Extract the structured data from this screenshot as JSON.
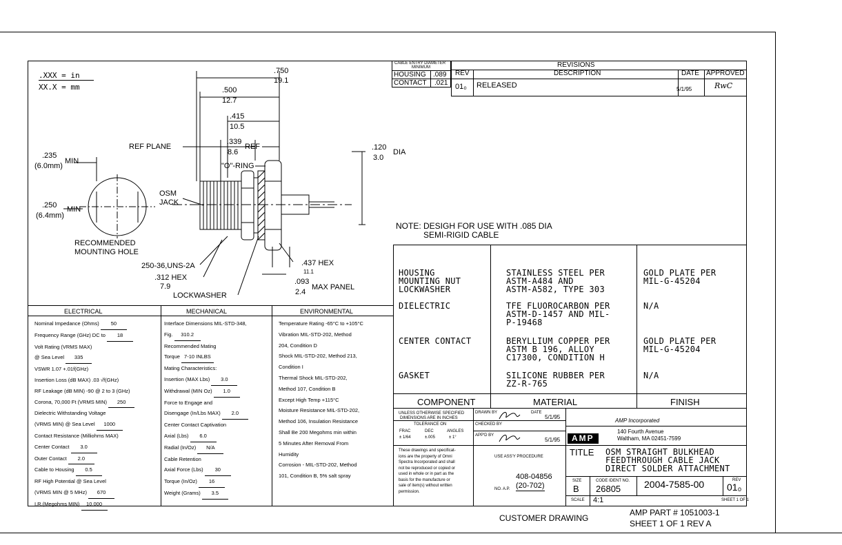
{
  "units": {
    "in_label": ".XXX  =  in",
    "mm_label": "XX.X  =  mm"
  },
  "cable_entry": {
    "header": "CABLE ENTRY DIAMETER",
    "sub": "MINIMUM",
    "rows": [
      {
        "name": "HOUSING",
        "val": ".089"
      },
      {
        "name": "CONTACT",
        "val": ".021"
      }
    ]
  },
  "revisions": {
    "title": "REVISIONS",
    "cols": {
      "rev": "REV",
      "desc": "DESCRIPTION",
      "date": "DATE",
      "approved": "APPROVED"
    },
    "rows": [
      {
        "rev": "01₀",
        "desc": "RELEASED",
        "date": "5/1/95",
        "approved": "RwC"
      }
    ]
  },
  "dims": {
    "d750": ".750",
    "d191": "19.1",
    "d500": ".500",
    "d127": "12.7",
    "d415": ".415",
    "d105": "10.5",
    "d339": ".339",
    "d86": "8.6",
    "ref": "REF",
    "ref_plane": "REF PLANE",
    "oring": "\"O\"-RING",
    "d120": ".120",
    "d30": "3.0",
    "dia": "DIA",
    "d235": ".235",
    "d60": "(6.0mm)",
    "min1": "MIN",
    "d250": ".250",
    "d64": "(6.4mm)",
    "min2": "MIN",
    "osm": "OSM",
    "jack": "JACK",
    "rec1": "RECOMMENDED",
    "rec2": "MOUNTING HOLE",
    "thread": "250-36,UNS-2A",
    "d312": ".312 HEX",
    "d79": "7.9",
    "lockwasher": "LOCKWASHER",
    "d437": ".437 HEX",
    "d111": "11.1",
    "d093": ".093",
    "d24": "2.4",
    "max_panel": "MAX PANEL"
  },
  "note": {
    "line1": "NOTE: DESIGH FOR USE WITH .085 DIA",
    "line2": "SEMI-RIGID CABLE"
  },
  "materials": {
    "rows": [
      {
        "component": "HOUSING\nMOUNTING NUT\nLOCKWASHER",
        "material": "STAINLESS STEEL PER\nASTM-A484 AND\nASTM-A582, TYPE 303",
        "finish": "GOLD PLATE PER\nMIL-G-45204"
      },
      {
        "component": "DIELECTRIC",
        "material": "TFE FLUOROCARBON PER\nASTM-D-1457 AND MIL-\nP-19468",
        "finish": "N/A"
      },
      {
        "component": "CENTER CONTACT",
        "material": "BERYLLIUM COPPER PER\nASTM B 196, ALLOY\nC17300, CONDITION H",
        "finish": "GOLD PLATE PER\nMIL-G-45204"
      },
      {
        "component": "GASKET",
        "material": "SILICONE RUBBER PER\nZZ-R-765",
        "finish": "N/A"
      }
    ],
    "headers": {
      "component": "COMPONENT",
      "material": "MATERIAL",
      "finish": "FINISH"
    }
  },
  "electrical": {
    "title": "ELECTRICAL",
    "lines": [
      [
        "Nominal Impedance (Ohms)",
        "50"
      ],
      [
        "Frequency Range (GHz) DC to",
        "18"
      ],
      [
        "Volt Rating (VRMS MAX)",
        ""
      ],
      [
        "   @ Sea Level",
        "335"
      ],
      [
        "VSWR  1.07 +.01f(GHz)",
        ""
      ],
      [
        "Insertion Loss (dB MAX) .03 √f(GHz)",
        ""
      ],
      [
        "RF Leakage (dB MIN) -90 @ 2 to 3 (GHz)",
        ""
      ],
      [
        "Corona, 70,000 Ft (VRMS MIN)",
        "250"
      ],
      [
        "Dielectric Withstanding Voltage",
        ""
      ],
      [
        "   (VRMS MIN) @ Sea Level",
        "1000"
      ],
      [
        "Contact Resistance (Milliohms MAX)",
        ""
      ],
      [
        "   Center Contact",
        "3.0"
      ],
      [
        "   Outer Contact",
        "2.0"
      ],
      [
        "   Cable to Housing",
        "0.5"
      ],
      [
        "RF High Potential @ Sea Level",
        ""
      ],
      [
        "   (VRMS MIN @ 5 MHz)",
        "670"
      ],
      [
        "I.R.(Megohms MIN)",
        "10,000"
      ]
    ]
  },
  "mechanical": {
    "title": "MECHANICAL",
    "lines": [
      [
        "Interface Dimensions MIL-STD-348,",
        ""
      ],
      [
        "   Fig.",
        "310.2"
      ],
      [
        "Recommended Mating",
        ""
      ],
      [
        "   Torque",
        "7-10 INLBS"
      ],
      [
        "Mating Characteristics:",
        ""
      ],
      [
        "   Insertion (MAX Lbs)",
        "3.0"
      ],
      [
        "   Withdrawal (MIN Oz)",
        "1.0"
      ],
      [
        "Force to Engage and",
        ""
      ],
      [
        "   Disengage (In/Lbs MAX)",
        "2.0"
      ],
      [
        "Center Contact Captivation",
        ""
      ],
      [
        "   Axial (Lbs)",
        "6.0"
      ],
      [
        "   Radial (In/Oz)",
        "N/A"
      ],
      [
        "Cable Retention",
        ""
      ],
      [
        "   Axial Force (Lbs)",
        "30"
      ],
      [
        "   Torque (In/Oz)",
        "16"
      ],
      [
        "Weight (Grams)",
        "3.5"
      ]
    ]
  },
  "environmental": {
    "title": "ENVIRONMENTAL",
    "lines": [
      "Temperature Rating  -65°C to +105°C",
      "Vibration MIL-STD-202, Method",
      "   204, Condition D",
      "Shock MIL-STD-202, Method 213,",
      "   Condition  I",
      "Thermal Shock MIL-STD-202,",
      "   Method 107, Condition  B",
      "   Except High Temp  +115°C",
      "Moisture Resistance MIL-STD-202,",
      "   Method 106, Insulation Resistance",
      "   Shall Be 200 Megohms min within",
      "   5 Minutes After Removal From",
      "   Humidity",
      "Corrosion - MIL-STD-202, Method",
      "   101, Condition B, 5% salt spray"
    ]
  },
  "title_block": {
    "tol1": "UNLESS OTHERWISE SPECIFIED",
    "tol2": "DIMENSIONS ARE IN INCHES",
    "tol3": "TOLERANCE ON",
    "tol_frac": "FRAC",
    "tol_dec": "DEC",
    "tol_ang": "ANGLES",
    "tol_frac_v": "± 1/64",
    "tol_dec_v": "±.005",
    "tol_ang_v": "± 1°",
    "drawn_by": "DRAWN BY",
    "checked_by": "CHECKED BY",
    "appd_by": "APP'D BY",
    "date_lbl": "DATE",
    "date1": "5/1/95",
    "date2": "5/1/95",
    "company": "AMP Incorporated",
    "addr1": "140 Fourth Avenue",
    "addr2": "Waltham, MA 02451-7599",
    "logo": "AMP",
    "title_lbl": "TITLE",
    "title1": "OSM STRAIGHT BULKHEAD",
    "title2": "FEEDTHROUGH CABLE JACK",
    "title3": "DIRECT SOLDER ATTACHMENT",
    "prop1": "These drawings and specificat-",
    "prop2": "ions are the property of Omni",
    "prop3": "Spectra Incorporated and shall",
    "prop4": "not be reproduced or copied or",
    "prop5": "used in whole or in part as the",
    "prop6": "basis for the manufacture or",
    "prop7": "sale of item(s) without written",
    "prop8": "permission.",
    "use_assy": "USE ASS'Y PROCEDURE",
    "proc_no": "408-04856",
    "no_ap_lbl": "NO. A.P.",
    "no_ap": "(20-702)",
    "size_lbl": "SIZE",
    "size": "B",
    "code_lbl": "CODE IDENT NO.",
    "code": "26805",
    "dwg_no": "2004-7585-00",
    "rev_lbl": "REV",
    "rev": "01₀",
    "scale_lbl": "SCALE",
    "scale": "4:1",
    "sheet_lbl": "SHEET  1  OF  1"
  },
  "footer": {
    "customer": "CUSTOMER DRAWING",
    "part": "AMP PART # 1051003-1",
    "sheet": "SHEET 1 OF 1  REV A"
  }
}
